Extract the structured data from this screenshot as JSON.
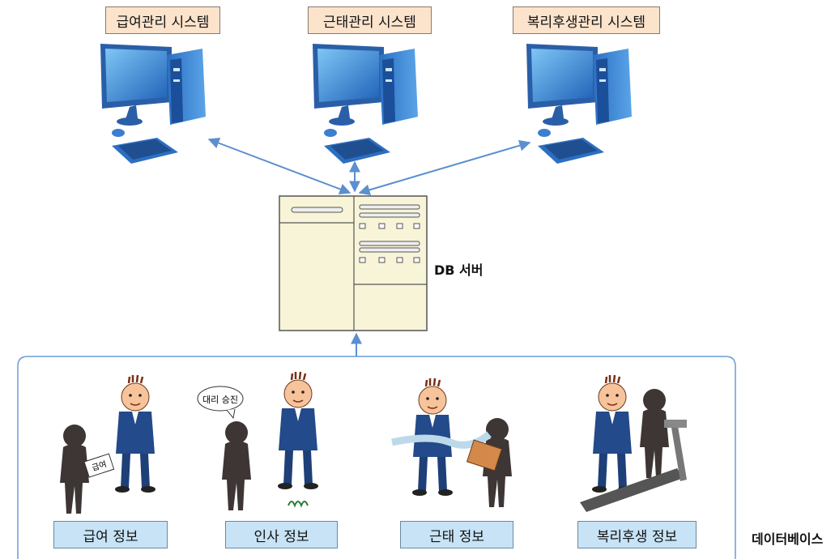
{
  "systems": [
    {
      "label": "급여관리 시스템"
    },
    {
      "label": "근태관리 시스템"
    },
    {
      "label": "복리후생관리 시스템"
    }
  ],
  "server": {
    "label": "DB 서버"
  },
  "info": [
    {
      "label": "급여 정보"
    },
    {
      "label": "인사 정보"
    },
    {
      "label": "근태 정보"
    },
    {
      "label": "복리후생 정보"
    }
  ],
  "database": {
    "label": "데이터베이스"
  },
  "scene_text": {
    "paper": "급여",
    "speech": "대리 승진"
  },
  "colors": {
    "arrow": "#5b8fcf",
    "container": "#6a9bd4",
    "server_fill": "#f7f4d8",
    "monitor": "#3b7fd0",
    "suit": "#234a8a",
    "shadow": "#3d3634"
  }
}
